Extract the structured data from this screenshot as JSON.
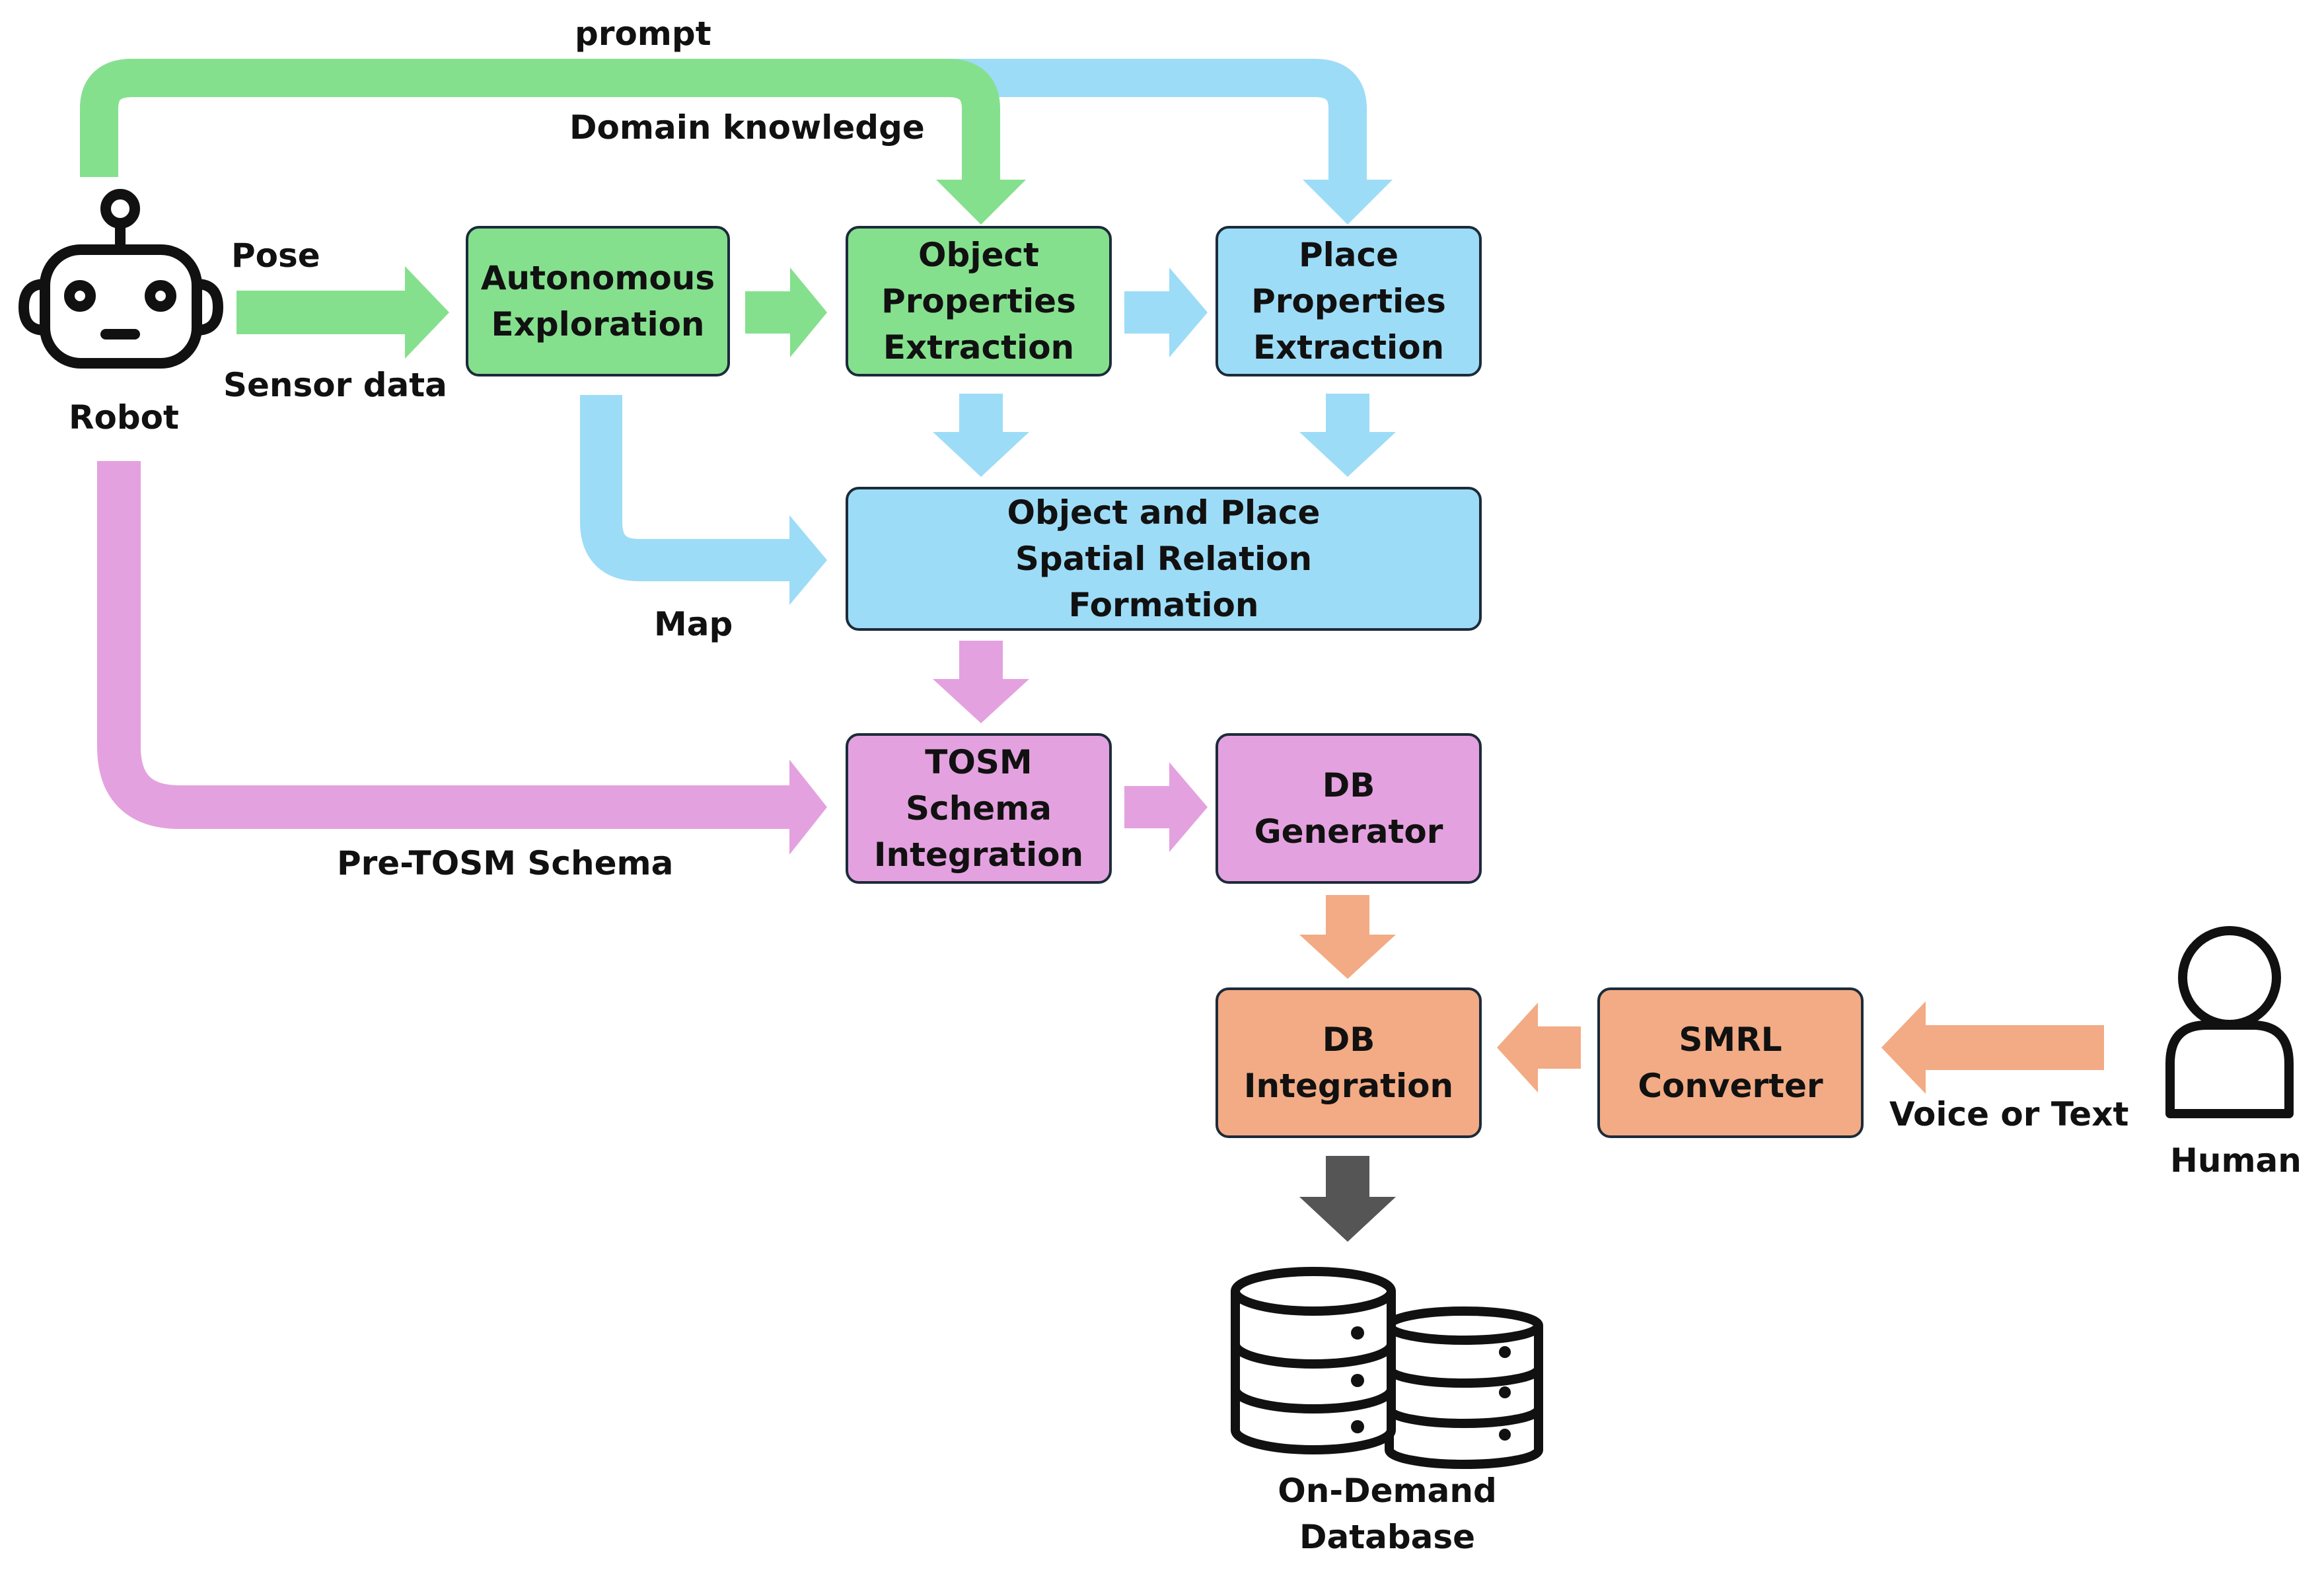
{
  "colors": {
    "green": "#85e08e",
    "blue": "#9ddcf7",
    "pink": "#e4a1df",
    "orange": "#f2ab84",
    "dark_arrow": "#555555",
    "border": "#1c2b3a"
  },
  "actors": {
    "robot": {
      "label": "Robot",
      "icon": "robot-icon"
    },
    "human": {
      "label": "Human",
      "icon": "person-icon"
    },
    "database": {
      "label": "On-Demand\nDatabase",
      "icon": "database-icon"
    }
  },
  "boxes": {
    "autonomous_exploration": "Autonomous\nExploration",
    "object_properties": "Object\nProperties\nExtraction",
    "place_properties": "Place\nProperties\nExtraction",
    "spatial_relation": "Object and Place\nSpatial Relation\nFormation",
    "tosm_integration": "TOSM\nSchema\nIntegration",
    "db_generator": "DB\nGenerator",
    "db_integration": "DB\nIntegration",
    "smrl_converter": "SMRL\nConverter"
  },
  "edge_labels": {
    "prompt": "prompt",
    "domain_knowledge": "Domain knowledge",
    "pose": "Pose",
    "sensor_data": "Sensor data",
    "map": "Map",
    "pre_tosm": "Pre-TOSM Schema",
    "voice_or_text": "Voice or Text"
  }
}
